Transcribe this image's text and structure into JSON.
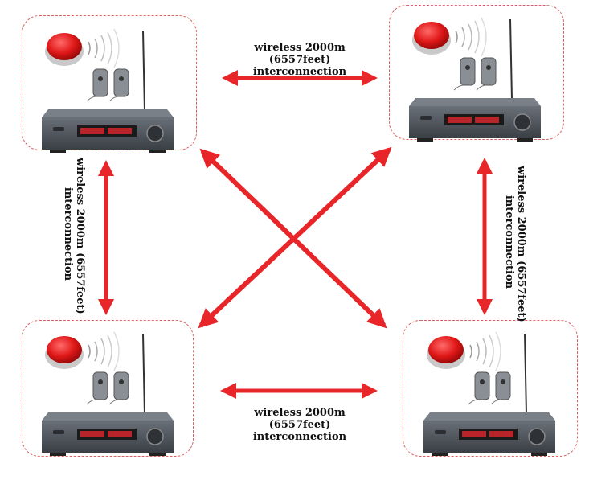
{
  "links": {
    "top": {
      "line1": "wireless 2000m (6557feet)",
      "line2": "interconnection"
    },
    "bottom": {
      "line1": "wireless 2000m (6557feet)",
      "line2": "interconnection"
    },
    "left": {
      "line1": "wireless 2000m (6557feet)",
      "line2": "interconnection"
    },
    "right": {
      "line1": "wireless 2000m (6557feet)",
      "line2": "interconnection"
    }
  },
  "colors": {
    "arrow": "#e8262a",
    "border": "#e06060",
    "device_body": "#4a4f55"
  }
}
